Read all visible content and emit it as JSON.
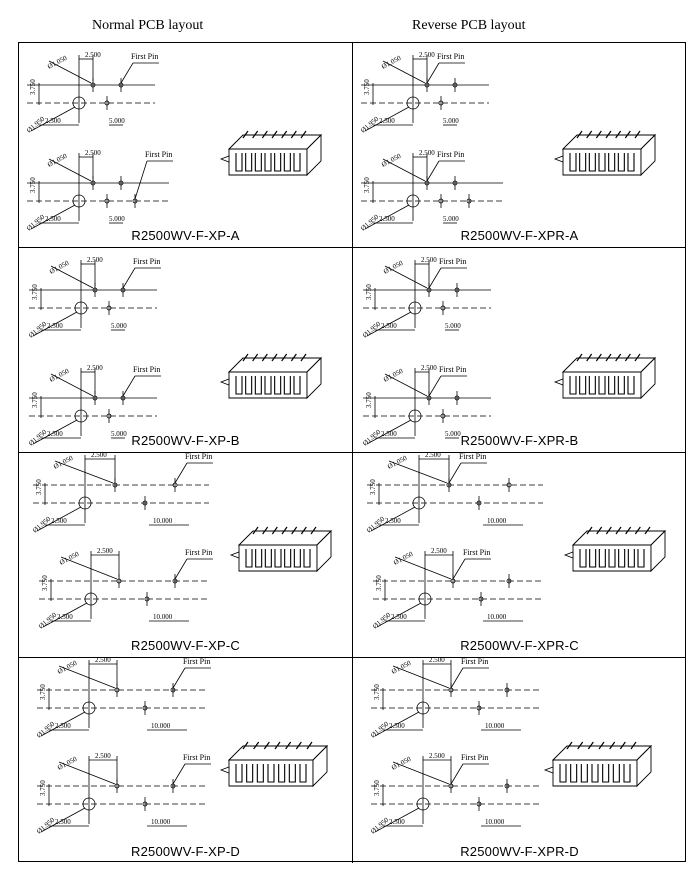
{
  "headers": {
    "normal": "Normal PCB layout",
    "reverse": "Reverse PCB layout"
  },
  "labels": {
    "first_pin": "First Pin",
    "dia_small": "Ø1.050",
    "dia_large": "Ø1.950",
    "dim_2500": "2.500",
    "dim_3750": "3.750",
    "dim_5000": "5.000",
    "dim_10000": "10.000"
  },
  "cells": [
    {
      "caption": "R2500WV-F-XP-A"
    },
    {
      "caption": "R2500WV-F-XPR-A"
    },
    {
      "caption": "R2500WV-F-XP-B"
    },
    {
      "caption": "R2500WV-F-XPR-B"
    },
    {
      "caption": "R2500WV-F-XP-C"
    },
    {
      "caption": "R2500WV-F-XPR-C"
    },
    {
      "caption": "R2500WV-F-XP-D"
    },
    {
      "caption": "R2500WV-F-XPR-D"
    }
  ]
}
